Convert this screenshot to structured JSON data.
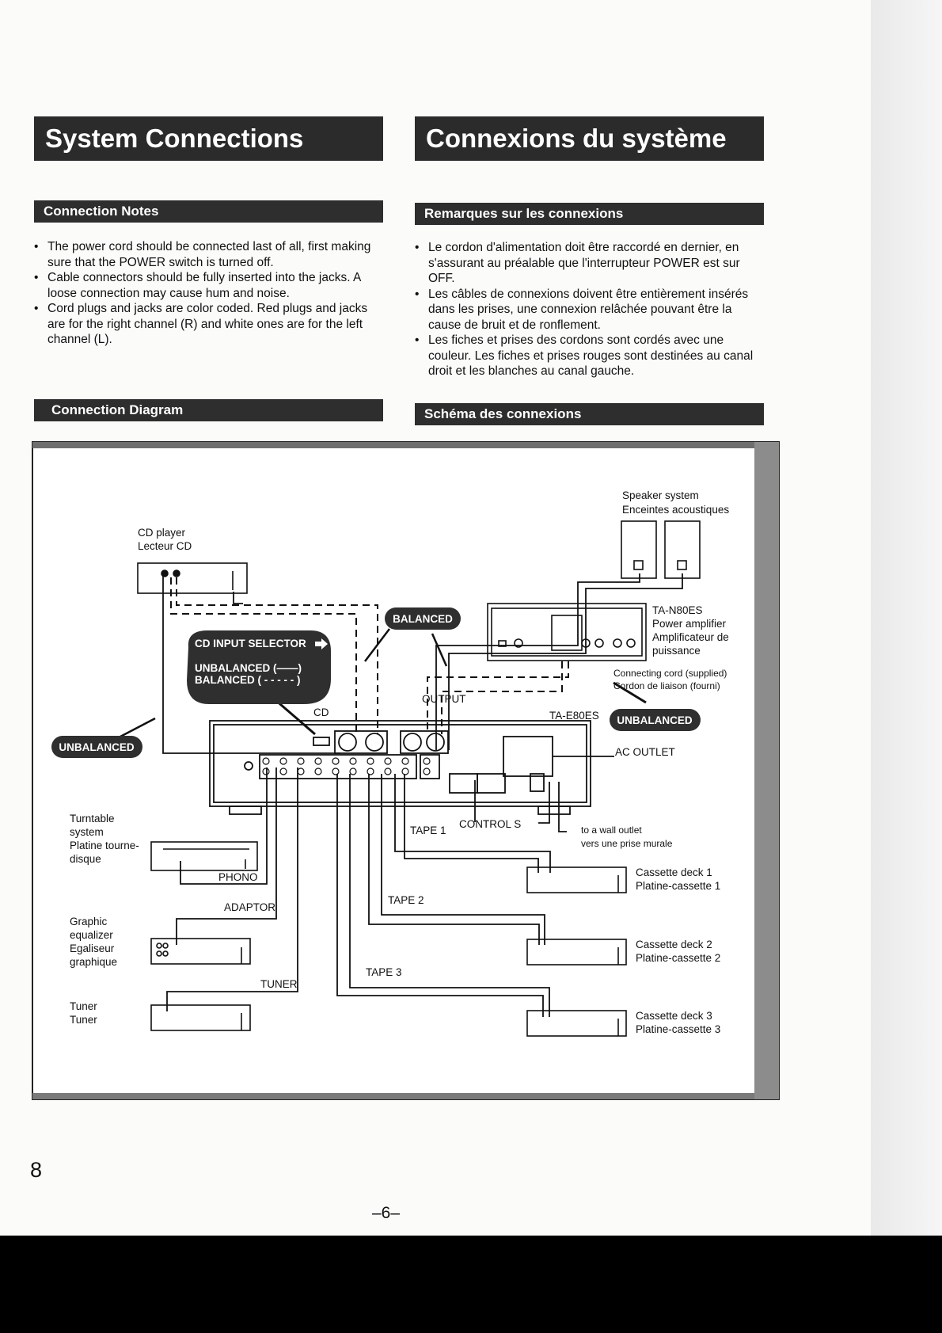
{
  "title_en": "System Connections",
  "title_fr": "Connexions du système",
  "notes_heading_en": "Connection Notes",
  "notes_heading_fr": "Remarques sur les connexions",
  "notes_en": [
    "The power cord should be connected last of all, first making sure that the POWER switch is turned off.",
    "Cable connectors should be fully inserted into the jacks. A loose connection may cause hum and noise.",
    "Cord plugs and jacks are color coded. Red plugs and jacks are for the right channel (R) and white ones are for the left channel (L)."
  ],
  "notes_fr": [
    "Le cordon d'alimentation doit être raccordé en dernier, en s'assurant au préalable que l'interrupteur POWER est sur OFF.",
    "Les câbles de connexions doivent être entièrement insérés dans les prises, une connexion relâchée pouvant être la cause de bruit et de ronflement.",
    "Les fiches et prises des cordons sont cordés avec une couleur. Les fiches et prises rouges sont destinées au canal droit et les blanches au canal gauche."
  ],
  "diagram_heading_en": "Connection Diagram",
  "diagram_heading_fr": "Schéma des connexions",
  "diagram": {
    "speaker_en": "Speaker system",
    "speaker_fr": "Enceintes acoustiques",
    "cd_en": "CD player",
    "cd_fr": "Lecteur CD",
    "amp_model": "TA-N80ES",
    "amp_en": "Power amplifier",
    "amp_fr_1": "Amplificateur de",
    "amp_fr_2": "puissance",
    "balanced": "BALANCED",
    "cd_input_selector": "CD INPUT SELECTOR",
    "selector_unbalanced": "UNBALANCED (——)",
    "selector_balanced": "BALANCED ( - - - - - )",
    "connecting_cord_en": "Connecting cord (supplied)",
    "connecting_cord_fr": "Cordon de liaison (fourni)",
    "output": "OUTPUT",
    "cd_jack": "CD",
    "preamp_model": "TA-E80ES",
    "unbalanced": "UNBALANCED",
    "ac_outlet": "AC OUTLET",
    "tape1": "TAPE 1",
    "control_s": "CONTROL S",
    "wall_outlet_en": "to a wall outlet",
    "wall_outlet_fr": "vers une prise murale",
    "turntable_lines": [
      "Turntable",
      "system",
      "Platine tourne-",
      "disque"
    ],
    "phono": "PHONO",
    "adaptor": "ADAPTOR",
    "tape2": "TAPE 2",
    "eq_lines": [
      "Graphic",
      "equalizer",
      "Egaliseur",
      "graphique"
    ],
    "tape3": "TAPE 3",
    "tuner_jack": "TUNER",
    "tuner_lines": [
      "Tuner",
      "Tuner"
    ],
    "deck1_en": "Cassette deck 1",
    "deck1_fr": "Platine-cassette 1",
    "deck2_en": "Cassette deck 2",
    "deck2_fr": "Platine-cassette 2",
    "deck3_en": "Cassette deck 3",
    "deck3_fr": "Platine-cassette 3"
  },
  "page_number": "8",
  "footer": "–6–"
}
